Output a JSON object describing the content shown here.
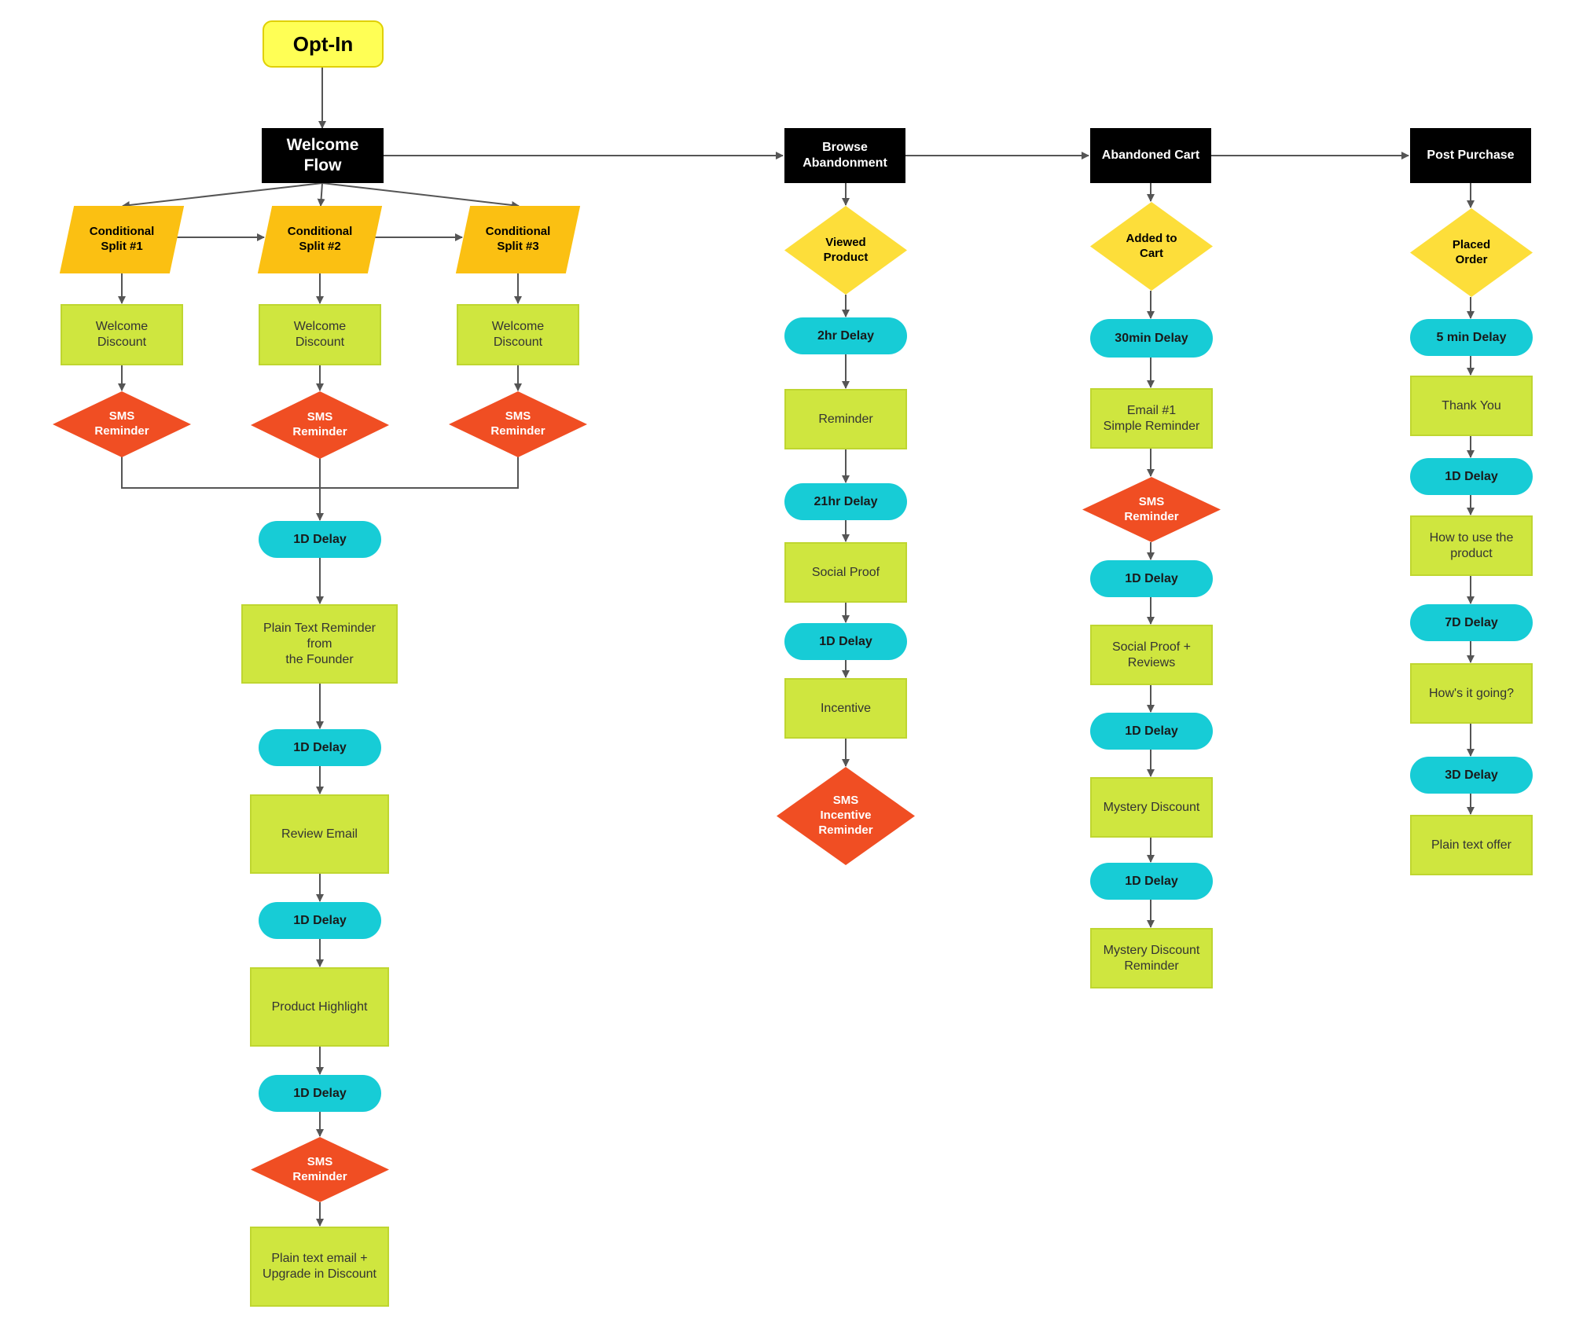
{
  "nodes": {
    "opt_in": "Opt-In",
    "welcome_flow": "Welcome Flow",
    "browse_abandonment": "Browse\nAbandonment",
    "abandoned_cart": "Abandoned Cart",
    "post_purchase": "Post Purchase",
    "split1": "Conditional\nSplit #1",
    "split2": "Conditional\nSplit #2",
    "split3": "Conditional\nSplit #3",
    "wd1": "Welcome Discount",
    "wd2": "Welcome Discount",
    "wd3": "Welcome Discount",
    "sms1": "SMS\nReminder",
    "sms2": "SMS\nReminder",
    "sms3": "SMS\nReminder",
    "w_delay1": "1D Delay",
    "w_founder": "Plain Text Reminder from\nthe Founder",
    "w_delay2": "1D Delay",
    "w_review": "Review Email",
    "w_delay3": "1D Delay",
    "w_product": "Product Highlight",
    "w_delay4": "1D Delay",
    "w_sms": "SMS\nReminder",
    "w_upgrade": "Plain text email +\nUpgrade in Discount",
    "b_viewed": "Viewed\nProduct",
    "b_delay1": "2hr Delay",
    "b_reminder": "Reminder",
    "b_delay2": "21hr Delay",
    "b_social": "Social Proof",
    "b_delay3": "1D Delay",
    "b_incentive": "Incentive",
    "b_sms": "SMS\nIncentive\nReminder",
    "c_added": "Added to\nCart",
    "c_delay1": "30min Delay",
    "c_email1": "Email #1\nSimple Reminder",
    "c_sms": "SMS\nReminder",
    "c_delay2": "1D Delay",
    "c_social": "Social Proof +\nReviews",
    "c_delay3": "1D Delay",
    "c_mystery": "Mystery Discount",
    "c_delay4": "1D Delay",
    "c_mystery_rem": "Mystery Discount\nReminder",
    "p_placed": "Placed\nOrder",
    "p_delay1": "5 min Delay",
    "p_thanks": "Thank You",
    "p_delay2": "1D Delay",
    "p_howto": "How to use the\nproduct",
    "p_delay3": "7D Delay",
    "p_going": "How's it going?",
    "p_delay4": "3D Delay",
    "p_offer": "Plain text offer"
  },
  "colors": {
    "start": "#ffff55",
    "header": "#000000",
    "split": "#fbc012",
    "email": "#cfe63f",
    "delay": "#17ccd6",
    "sms": "#f04e23",
    "decision": "#fdde3a",
    "connector": "#555555"
  }
}
